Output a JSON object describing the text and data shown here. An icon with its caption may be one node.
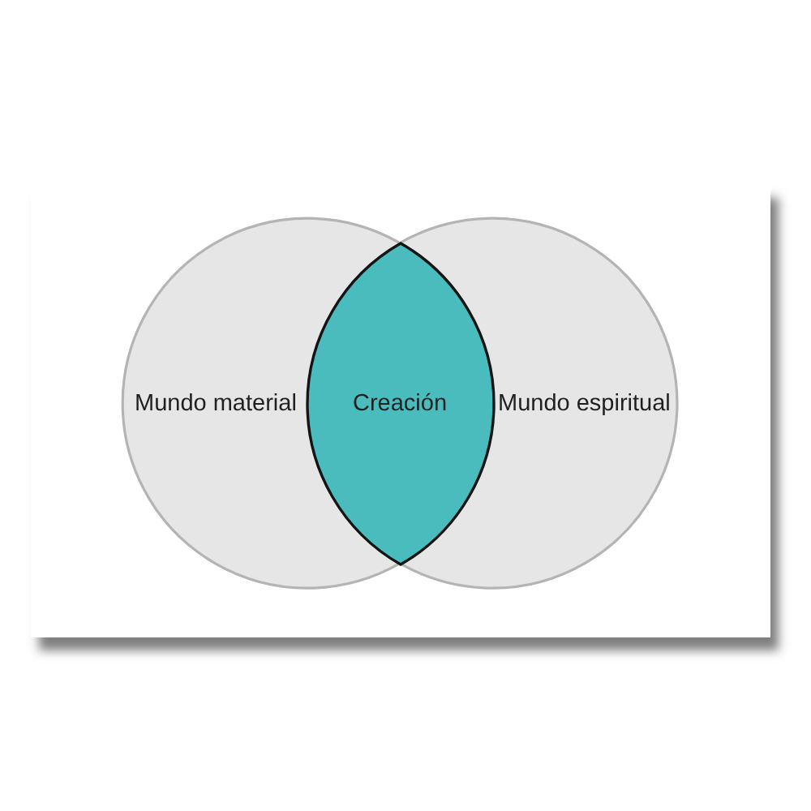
{
  "diagram": {
    "nodes": [
      {
        "text": [
          "Mundo material"
        ]
      },
      {
        "text": [
          "Creación"
        ]
      },
      {
        "text": [
          "Mundo espiritual"
        ]
      }
    ]
  }
}
